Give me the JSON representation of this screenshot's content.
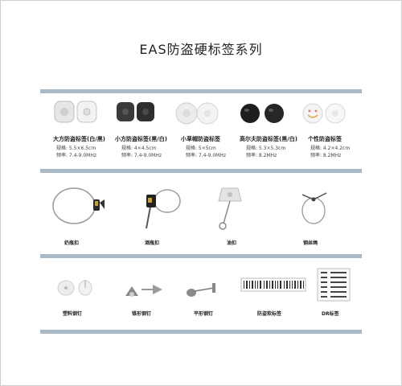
{
  "title": "EAS防盗硬标签系列",
  "row1": [
    {
      "name": "大方防盗标签(白/黑)",
      "spec1": "规格: 5.5×6.5cm",
      "spec2": "频率: 7.4-9.0MHz"
    },
    {
      "name": "小方防盗标签(黑/白)",
      "spec1": "规格: 4×4.5cm",
      "spec2": "频率: 7.4-9.0MHz"
    },
    {
      "name": "小草帽防盗标签",
      "spec1": "规格: 5×5cm",
      "spec2": "频率: 7.4-9.0MHz"
    },
    {
      "name": "高尔夫防盗标签(黑/白)",
      "spec1": "规格: 5.3×5.3cm",
      "spec2": "频率: 8.2MHz"
    },
    {
      "name": "个性防盗标签",
      "spec1": "规格: 4.2×4.2cm",
      "spec2": "频率: 8.2MHz"
    }
  ],
  "row2": [
    {
      "name": "奶瓶扣"
    },
    {
      "name": "酒瓶扣"
    },
    {
      "name": "油扣"
    },
    {
      "name": "钢丝绳"
    }
  ],
  "row3": [
    {
      "name": "塑料钢钉"
    },
    {
      "name": "锥形钢钉"
    },
    {
      "name": "平形钢钉"
    },
    {
      "name": "防盗软标签"
    },
    {
      "name": "DR标签"
    }
  ]
}
